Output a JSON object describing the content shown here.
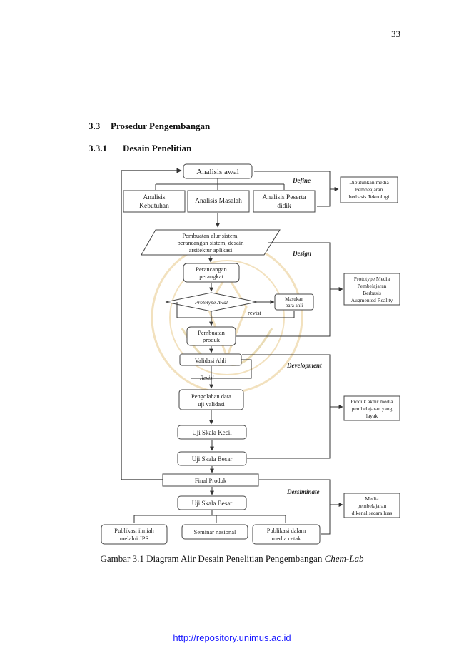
{
  "page_number": "33",
  "section": {
    "number": "3.3",
    "title": "Prosedur Pengembangan"
  },
  "subsection": {
    "number": "3.3.1",
    "title": "Desain Penelitian"
  },
  "diagram": {
    "nodes": {
      "analisis_awal": "Analisis awal",
      "analisis_kebutuhan": [
        "Analisis",
        "Kebutuhan"
      ],
      "analisis_masalah": "Analisis Masalah",
      "analisis_peserta": [
        "Analisis Peserta",
        "didik"
      ],
      "pembuatan_alur": [
        "Pembuatan alur sistem,",
        "perancangan sistem, desain",
        "arsitektur aplikasi"
      ],
      "perancangan": [
        "Perancangan",
        "perangkat"
      ],
      "prototype_awal": "Prototype Awal",
      "masukan": [
        "Masukan",
        "para ahli"
      ],
      "pembuatan_produk": [
        "Pembuatan",
        "produk"
      ],
      "validasi_ahli": "Validasi Ahli",
      "pengolahan": [
        "Pengolahan data",
        "uji validasi"
      ],
      "uji_kecil": "Uji Skala Kecil",
      "uji_besar_1": "Uji Skala Besar",
      "final_produk": "Final Produk",
      "uji_besar_2": "Uji Skala Besar",
      "publikasi_jps": [
        "Publikasi ilmiah",
        "melalui JPS"
      ],
      "seminar": "Seminar nasional",
      "publikasi_cetak": [
        "Publikasi dalam",
        "media cetak"
      ]
    },
    "labels": {
      "revisi_1": "revisi",
      "revisi_2": "Revisi"
    },
    "phases": {
      "define": "Define",
      "design": "Design",
      "development": "Development",
      "dessiminate": "Dessiminate"
    },
    "outputs": {
      "define": [
        "Dibutuhkan media",
        "Pembeajaran",
        "berbasis Teknologi"
      ],
      "design": [
        "Prototype Media",
        "Pembelajaran",
        "Berbasis",
        "Augmented Reality"
      ],
      "development": [
        "Produk akhir media",
        "pembelajaran yang",
        "layak"
      ],
      "dessiminate": [
        "Media",
        "pembelajaran",
        "dikenal secara luas"
      ]
    },
    "colors": {
      "stroke": "#444444",
      "watermark": "#e9c98a"
    }
  },
  "caption": {
    "prefix": "Gambar 3.1 Diagram Alir Desain Penelitian Pengembangan ",
    "italic": "Chem-Lab"
  },
  "footer_link": "http://repository.unimus.ac.id"
}
